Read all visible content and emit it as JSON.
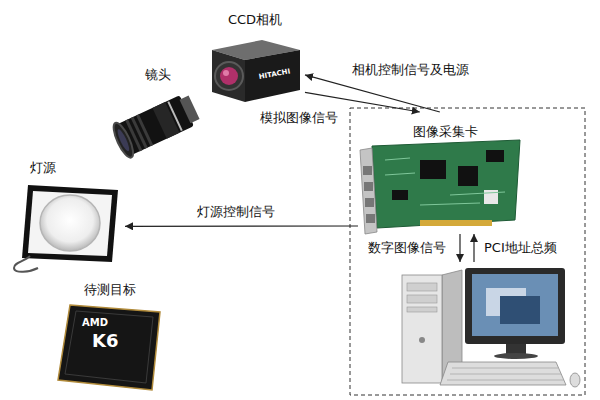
{
  "diagram": {
    "nodes": [
      {
        "text": [
          "CCD相机"
        ]
      },
      {
        "text": [
          "镜头"
        ]
      },
      {
        "text": [
          "图像采集卡"
        ]
      },
      {
        "text": [
          "灯源"
        ]
      },
      {
        "text": [
          "待测目标"
        ]
      }
    ],
    "edges": [
      {
        "from": 2,
        "to": 0,
        "label": "相机控制信号及电源",
        "arrow": "to"
      },
      {
        "from": 0,
        "to": 2,
        "label": "模拟图像信号",
        "arrow": "to"
      },
      {
        "from": 2,
        "to": 3,
        "label": "灯源控制信号",
        "arrow": "to"
      }
    ],
    "labels": [
      "数字图像信号",
      "PCI地址总频",
      "HITACHI",
      "AMD",
      "K6"
    ]
  }
}
